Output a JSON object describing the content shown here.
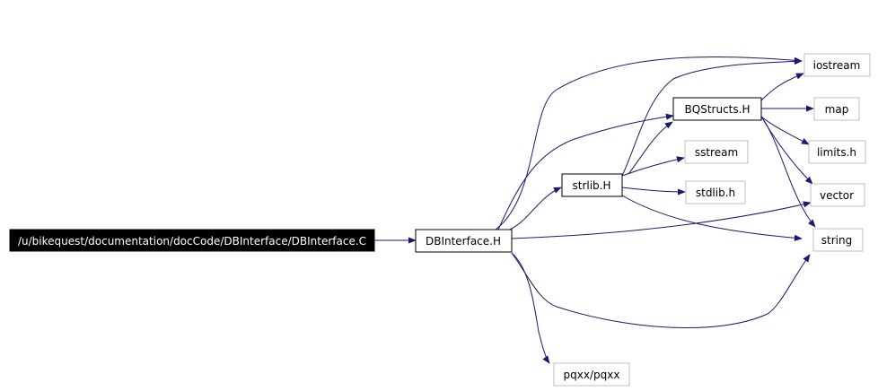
{
  "graph": {
    "nodes": [
      {
        "id": "root",
        "label": "/u/bikequest/documentation/docCode/DBInterface/DBInterface.C",
        "style": "highlight"
      },
      {
        "id": "dbinterface_h",
        "label": "DBInterface.H",
        "style": "documented"
      },
      {
        "id": "strlib_h",
        "label": "strlib.H",
        "style": "documented"
      },
      {
        "id": "bqstructs_h",
        "label": "BQStructs.H",
        "style": "documented"
      },
      {
        "id": "iostream",
        "label": "iostream",
        "style": "system"
      },
      {
        "id": "map",
        "label": "map",
        "style": "system"
      },
      {
        "id": "limits_h",
        "label": "limits.h",
        "style": "system"
      },
      {
        "id": "vector",
        "label": "vector",
        "style": "system"
      },
      {
        "id": "string",
        "label": "string",
        "style": "system"
      },
      {
        "id": "sstream",
        "label": "sstream",
        "style": "system"
      },
      {
        "id": "stdlib_h",
        "label": "stdlib.h",
        "style": "system"
      },
      {
        "id": "pqxx",
        "label": "pqxx/pqxx",
        "style": "system"
      }
    ],
    "edges": [
      {
        "from": "root",
        "to": "dbinterface_h"
      },
      {
        "from": "dbinterface_h",
        "to": "iostream"
      },
      {
        "from": "dbinterface_h",
        "to": "bqstructs_h"
      },
      {
        "from": "dbinterface_h",
        "to": "strlib_h"
      },
      {
        "from": "dbinterface_h",
        "to": "vector"
      },
      {
        "from": "dbinterface_h",
        "to": "string"
      },
      {
        "from": "dbinterface_h",
        "to": "pqxx"
      },
      {
        "from": "strlib_h",
        "to": "iostream"
      },
      {
        "from": "strlib_h",
        "to": "bqstructs_h"
      },
      {
        "from": "strlib_h",
        "to": "sstream"
      },
      {
        "from": "strlib_h",
        "to": "stdlib_h"
      },
      {
        "from": "strlib_h",
        "to": "string"
      },
      {
        "from": "bqstructs_h",
        "to": "iostream"
      },
      {
        "from": "bqstructs_h",
        "to": "map"
      },
      {
        "from": "bqstructs_h",
        "to": "limits_h"
      },
      {
        "from": "bqstructs_h",
        "to": "vector"
      },
      {
        "from": "bqstructs_h",
        "to": "string"
      }
    ],
    "colors": {
      "edge": "#191970",
      "documented_border": "#000000",
      "system_border": "#bfbfbf",
      "highlight_fill": "#000000",
      "highlight_text": "#ffffff"
    }
  }
}
